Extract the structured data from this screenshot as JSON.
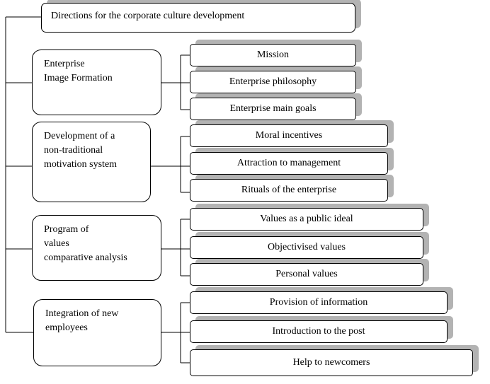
{
  "title": "Directions for the corporate culture development",
  "categories": [
    {
      "label": "Enterprise\nImage Formation",
      "items": [
        "Mission",
        "Enterprise philosophy",
        "Enterprise main goals"
      ]
    },
    {
      "label": "Development of a\nnon-traditional\nmotivation system",
      "items": [
        "Moral incentives",
        "Attraction to management",
        "Rituals of the enterprise"
      ]
    },
    {
      "label": "Program of\nvalues\ncomparative analysis",
      "items": [
        "Values as a public ideal",
        "Objectivised values",
        "Personal values"
      ]
    },
    {
      "label": "Integration of new\nemployees",
      "items": [
        "Provision of information",
        "Introduction to the post",
        "Help to newcomers"
      ]
    }
  ],
  "colors": {
    "line": "#000000",
    "shadow": "#b3b3b3"
  }
}
